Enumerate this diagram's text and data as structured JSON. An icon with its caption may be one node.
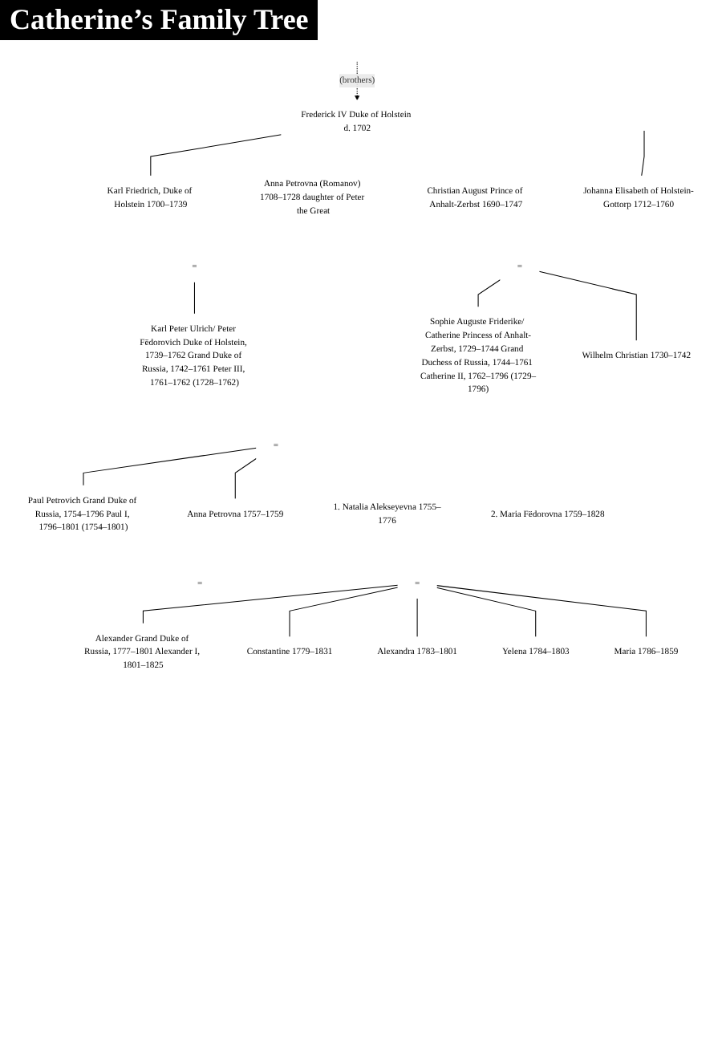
{
  "diagram": {
    "title": "Catherine’s Family Tree",
    "nodes": [
      {
        "text": [
          "Frederick IV Duke of Holstein d. 1702"
        ]
      },
      {
        "text": [
          "Karl Friedrich, Duke of Holstein 1700–1739"
        ]
      },
      {
        "text": [
          "="
        ]
      },
      {
        "text": [
          "Anna Petrovna (Romanov) 1708–1728 daughter of Peter the Great"
        ]
      },
      {
        "text": [
          "Christian August Prince of Anhalt-Zerbst 1690–1747"
        ]
      },
      {
        "text": [
          "="
        ]
      },
      {
        "text": [
          "Johanna Elisabeth of Holstein-Gottorp 1712–1760"
        ]
      },
      {
        "text": [
          "Karl Peter Ulrich/ Peter Fëdorovich Duke of Holstein, 1739–1762 Grand Duke of Russia, 1742–1761 Peter III, 1761–1762 (1728–1762)"
        ]
      },
      {
        "text": [
          "="
        ]
      },
      {
        "text": [
          "Sophie Auguste Friderike/ Catherine Princess of Anhalt-Zerbst, 1729–1744 Grand Duchess of Russia, 1744–1761 Catherine II, 1762–1796 (1729–1796)"
        ]
      },
      {
        "text": [
          "Wilhelm Christian 1730–1742"
        ]
      },
      {
        "text": [
          "1. Natalia Alekseyevna 1755–1776"
        ]
      },
      {
        "text": [
          "="
        ]
      },
      {
        "text": [
          "Paul Petrovich Grand Duke of Russia, 1754–1796 Paul I, 1796–1801 (1754–1801)"
        ]
      },
      {
        "text": [
          "Anna Petrovna 1757–1759"
        ]
      },
      {
        "text": [
          "2. Maria Fëdorovna 1759–1828"
        ]
      },
      {
        "text": [
          "="
        ]
      },
      {
        "text": [
          "Alexander Grand Duke of Russia, 1777–1801 Alexander I, 1801–1825"
        ]
      },
      {
        "text": [
          "Constantine 1779–1831"
        ]
      },
      {
        "text": [
          "Alexandra 1783–1801"
        ]
      },
      {
        "text": [
          "Yelena 1784–1803"
        ]
      },
      {
        "text": [
          "Maria 1786–1859"
        ]
      }
    ],
    "edges": [
      {
        "from": null,
        "to": 0,
        "arrow": "to",
        "label": "(brothers)",
        "style": "dashed"
      },
      {
        "from": 0,
        "to": 1,
        "arrow": "none"
      },
      {
        "from": 6,
        "to": null,
        "arrow": "none"
      },
      {
        "from": 2,
        "to": 7,
        "arrow": "none"
      },
      {
        "from": 5,
        "to": 9,
        "arrow": "none"
      },
      {
        "from": 5,
        "to": 10,
        "arrow": "none"
      },
      {
        "from": 8,
        "to": 13,
        "arrow": "none"
      },
      {
        "from": 8,
        "to": 14,
        "arrow": "none"
      },
      {
        "from": 16,
        "to": 17,
        "arrow": "none"
      },
      {
        "from": 16,
        "to": 18,
        "arrow": "none"
      },
      {
        "from": 16,
        "to": 19,
        "arrow": "none"
      },
      {
        "from": 16,
        "to": 20,
        "arrow": "none"
      },
      {
        "from": 16,
        "to": 21,
        "arrow": "none"
      }
    ]
  }
}
